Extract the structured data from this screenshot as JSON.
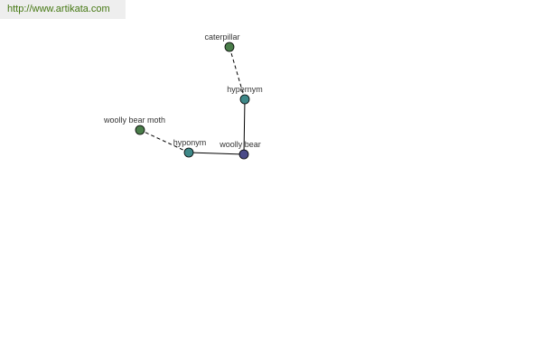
{
  "banner": {
    "url": "http://www.artikata.com"
  },
  "colors": {
    "banner_text": "#447711",
    "center_node": "#4a4a88",
    "relation_node": "#3e8888",
    "leaf_node": "#4a7d4a",
    "edge": "#000000",
    "label": "#333333"
  },
  "graph": {
    "nodes": {
      "center": "woolly bear",
      "hypernym": "hypernym",
      "caterpillar": "caterpillar",
      "hyponym": "hyponym",
      "woolly_bear_moth": "woolly bear moth"
    },
    "edges": [
      {
        "from": "center",
        "to": "hypernym",
        "style": "solid"
      },
      {
        "from": "hypernym",
        "to": "caterpillar",
        "style": "dashed"
      },
      {
        "from": "center",
        "to": "hyponym",
        "style": "solid"
      },
      {
        "from": "hyponym",
        "to": "woolly_bear_moth",
        "style": "dashed"
      }
    ]
  }
}
